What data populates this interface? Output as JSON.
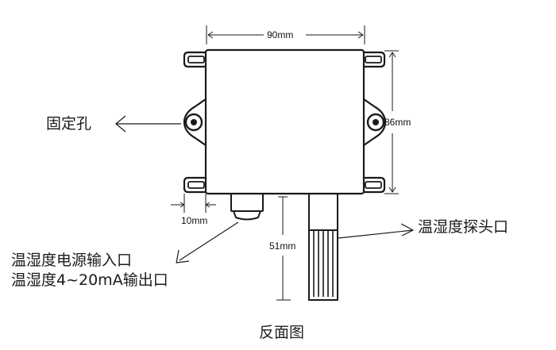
{
  "labels": {
    "mounting_hole": "固定孔",
    "probe_port": "温湿度探头口",
    "power_input": "温湿度电源输入口",
    "signal_output": "温湿度4~20mA输出口",
    "caption": "反面图"
  },
  "dimensions": {
    "width": "90mm",
    "height": "86mm",
    "hole_offset": "10mm",
    "probe_length": "51mm"
  },
  "colors": {
    "line": "#1a1a1a",
    "background": "#ffffff"
  }
}
